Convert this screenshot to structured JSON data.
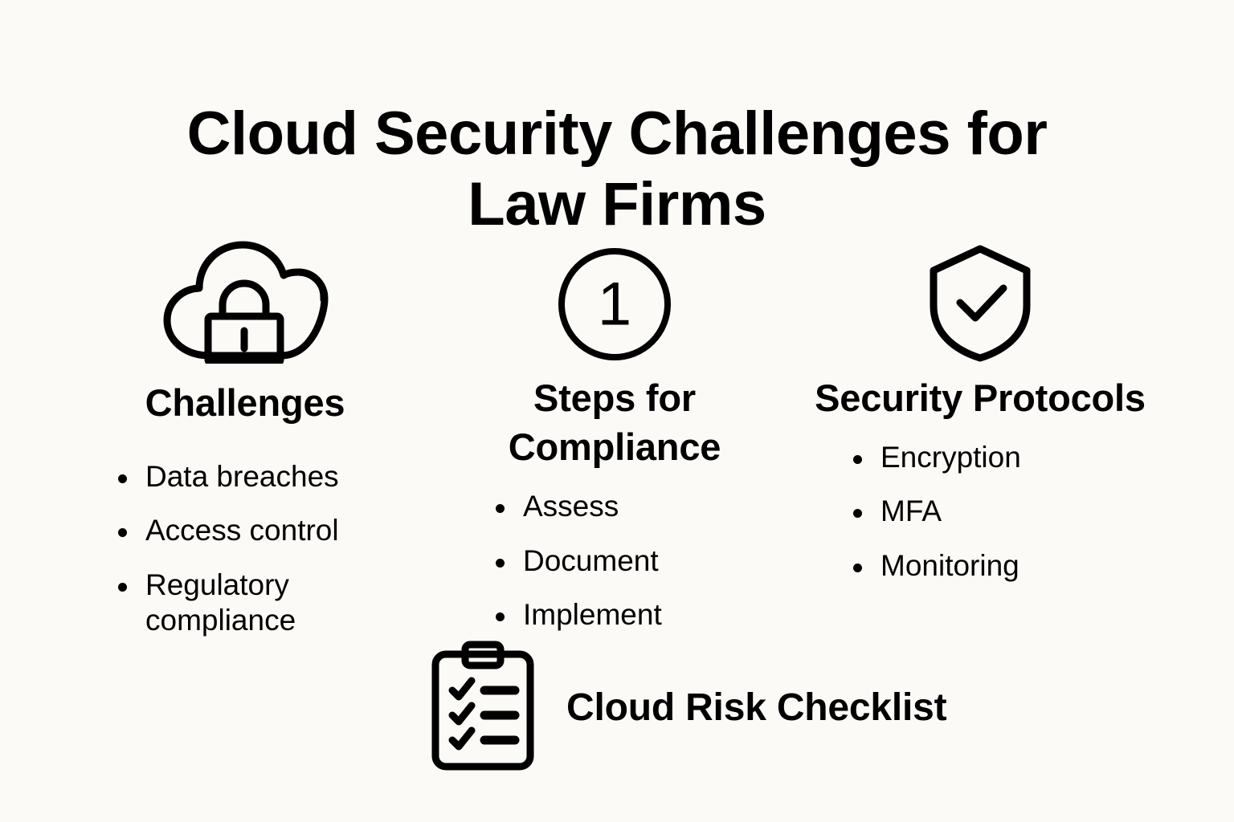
{
  "page": {
    "title": "Cloud Security Challenges for Law Firms",
    "background_color": "#FBFAF7",
    "ink_color": "#000000"
  },
  "columns": [
    {
      "icon": "cloud-lock-icon",
      "heading": "Challenges",
      "bullets": [
        "Data breaches",
        "Access control",
        "Regulatory compliance"
      ]
    },
    {
      "icon": "circled-number-one-icon",
      "icon_number": "1",
      "heading": "Steps for Compliance",
      "bullets": [
        "Assess",
        "Document",
        "Implement"
      ]
    },
    {
      "icon": "shield-check-icon",
      "heading": "Security Protocols",
      "bullets": [
        "Encryption",
        "MFA",
        "Monitoring"
      ]
    }
  ],
  "footer": {
    "icon": "clipboard-checklist-icon",
    "label": "Cloud Risk Checklist"
  }
}
